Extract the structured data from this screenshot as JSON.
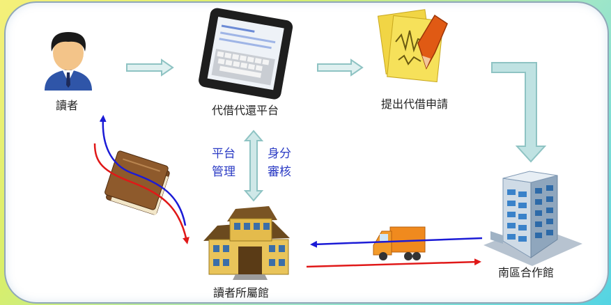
{
  "nodes": {
    "reader": "讀者",
    "platform": "代借代還平台",
    "apply": "提出代借申請",
    "south_library": "南區合作館",
    "home_library": "讀者所屬館"
  },
  "side_labels": {
    "left_line1": "平台",
    "left_line2": "管理",
    "right_line1": "身分",
    "right_line2": "審核"
  },
  "colors": {
    "flow_arrow": "#a9d3d3",
    "return_line": "#1b1bd6",
    "borrow_line": "#e01818",
    "label_blue": "#2b3bc4"
  }
}
